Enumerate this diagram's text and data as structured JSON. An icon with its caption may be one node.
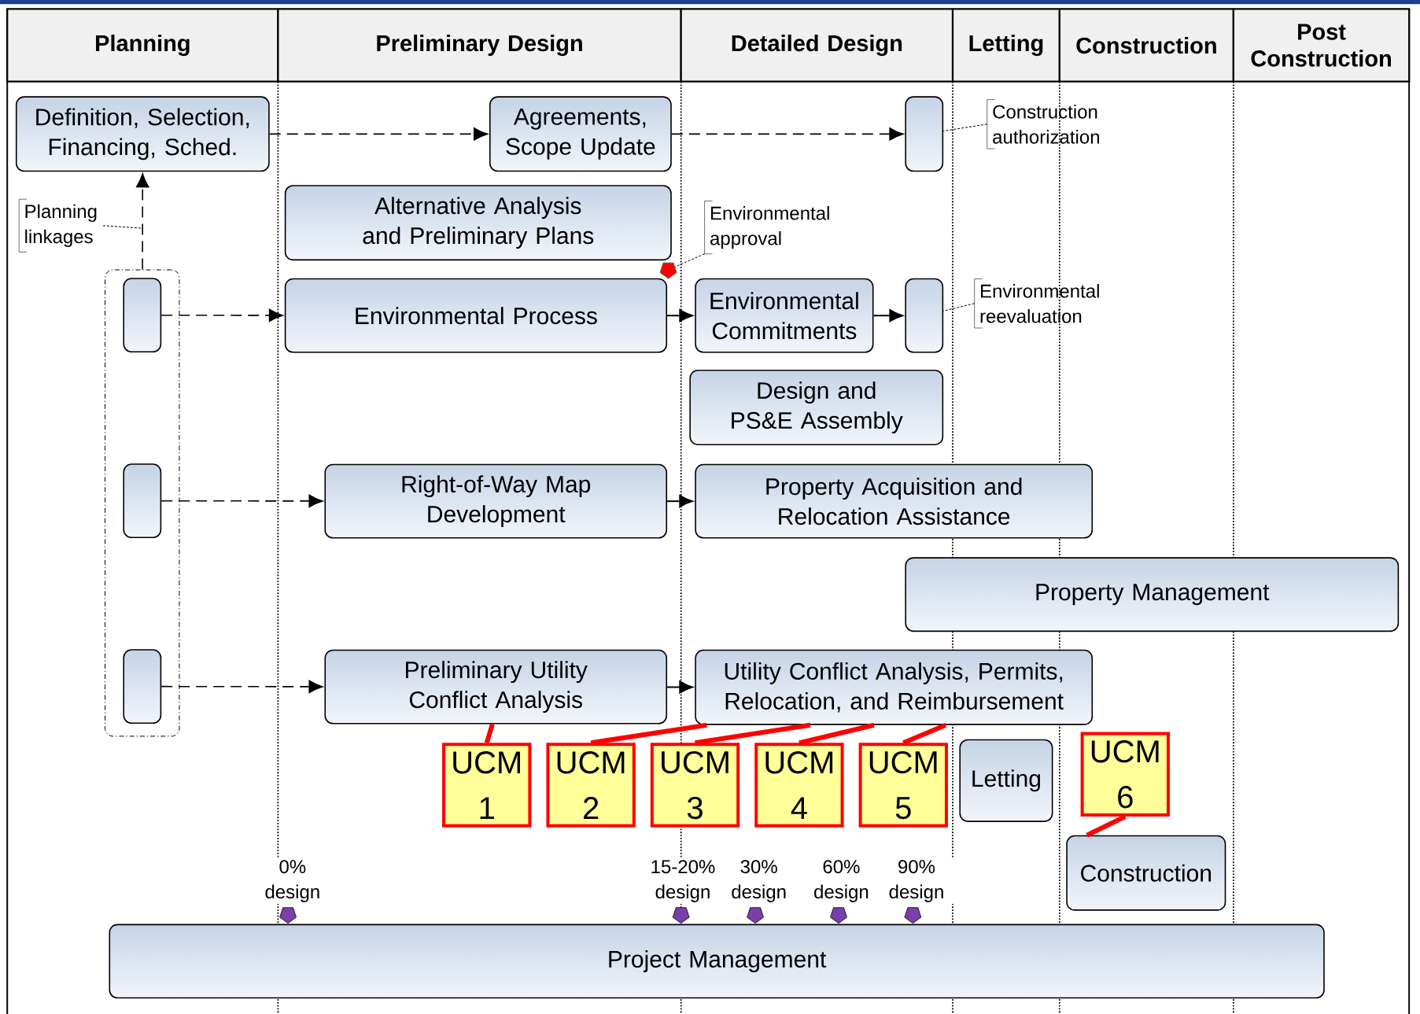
{
  "diagram": {
    "nodes": [
      {
        "text": [
          "Planning"
        ]
      },
      {
        "text": [
          "Preliminary Design"
        ]
      },
      {
        "text": [
          "Detailed Design"
        ]
      },
      {
        "text": [
          "Letting"
        ]
      },
      {
        "text": [
          "Construction"
        ]
      },
      {
        "text": [
          "Post Construction"
        ]
      },
      {
        "text": [
          "Definition, Selection, Financing, Sched."
        ]
      },
      {
        "text": [
          "Agreements, Scope Update"
        ]
      },
      {
        "text": [],
        "shape": "box"
      },
      {
        "text": [
          "Construction authorization"
        ]
      },
      {
        "text": [
          "Alternative Analysis and Preliminary Plans"
        ]
      },
      {
        "text": [
          "Planning linkages"
        ]
      },
      {
        "text": [
          "Environmental approval"
        ]
      },
      {
        "text": [],
        "shape": "pentagon"
      },
      {
        "text": [],
        "shape": "box"
      },
      {
        "text": [],
        "shape": "box",
        "in": 14
      },
      {
        "text": [
          "Environmental Process"
        ]
      },
      {
        "text": [
          "Environmental Commitments"
        ]
      },
      {
        "text": [],
        "shape": "box"
      },
      {
        "text": [
          "Environmental reevaluation"
        ]
      },
      {
        "text": [
          "Design and PS&E Assembly"
        ]
      },
      {
        "text": [],
        "shape": "box",
        "in": 14
      },
      {
        "text": [
          "Right-of-Way Map Development"
        ]
      },
      {
        "text": [
          "Property Acquisition and Relocation Assistance"
        ]
      },
      {
        "text": [
          "Property Management"
        ]
      },
      {
        "text": [],
        "shape": "box",
        "in": 14
      },
      {
        "text": [
          "Preliminary Utility Conflict Analysis"
        ]
      },
      {
        "text": [
          "Utility Conflict Analysis, Permits, Relocation, and Reimbursement"
        ]
      },
      {
        "text": [
          "Letting"
        ]
      },
      {
        "text": [
          "Construction"
        ]
      },
      {
        "text": [
          "Project Management"
        ]
      },
      {
        "text": [
          "UCM 1"
        ]
      },
      {
        "text": [
          "UCM 2"
        ]
      },
      {
        "text": [
          "UCM 3"
        ]
      },
      {
        "text": [
          "UCM 4"
        ]
      },
      {
        "text": [
          "UCM 5"
        ]
      },
      {
        "text": [
          "UCM 6"
        ]
      }
    ],
    "edges": [
      {
        "from": 6,
        "to": 7,
        "arrow": "to",
        "style": "dashed"
      },
      {
        "from": 7,
        "to": 8,
        "arrow": "to",
        "style": "dashed"
      },
      {
        "from": 9,
        "to": 8,
        "arrow": "none",
        "style": "dashed"
      },
      {
        "from": 14,
        "to": 6,
        "arrow": "to",
        "style": "dashed"
      },
      {
        "from": 11,
        "to": null,
        "arrow": "none",
        "style": "dashed"
      },
      {
        "from": 12,
        "to": 13,
        "arrow": "none",
        "style": "dashed"
      },
      {
        "from": 15,
        "to": 16,
        "arrow": "to",
        "style": "dashed"
      },
      {
        "from": 16,
        "to": 17,
        "arrow": "to"
      },
      {
        "from": 17,
        "to": 18,
        "arrow": "to"
      },
      {
        "from": 19,
        "to": 18,
        "arrow": "none",
        "style": "dashed"
      },
      {
        "from": 21,
        "to": 22,
        "arrow": "to",
        "style": "dashed"
      },
      {
        "from": 22,
        "to": 23,
        "arrow": "to"
      },
      {
        "from": 25,
        "to": 26,
        "arrow": "to",
        "style": "dashed"
      },
      {
        "from": 26,
        "to": 27,
        "arrow": "to"
      },
      {
        "from": 31,
        "to": 26,
        "arrow": "none",
        "style": "thick",
        "color": "#ff0000"
      },
      {
        "from": 32,
        "to": 27,
        "arrow": "none",
        "style": "thick",
        "color": "#ff0000"
      },
      {
        "from": 33,
        "to": 27,
        "arrow": "none",
        "style": "thick",
        "color": "#ff0000"
      },
      {
        "from": 34,
        "to": 27,
        "arrow": "none",
        "style": "thick",
        "color": "#ff0000"
      },
      {
        "from": 35,
        "to": 27,
        "arrow": "none",
        "style": "thick",
        "color": "#ff0000"
      },
      {
        "from": 36,
        "to": 29,
        "arrow": "none",
        "style": "thick",
        "color": "#ff0000"
      }
    ],
    "labels": [
      "0% design",
      "15-20% design",
      "30% design",
      "60% design",
      "90% design"
    ]
  }
}
